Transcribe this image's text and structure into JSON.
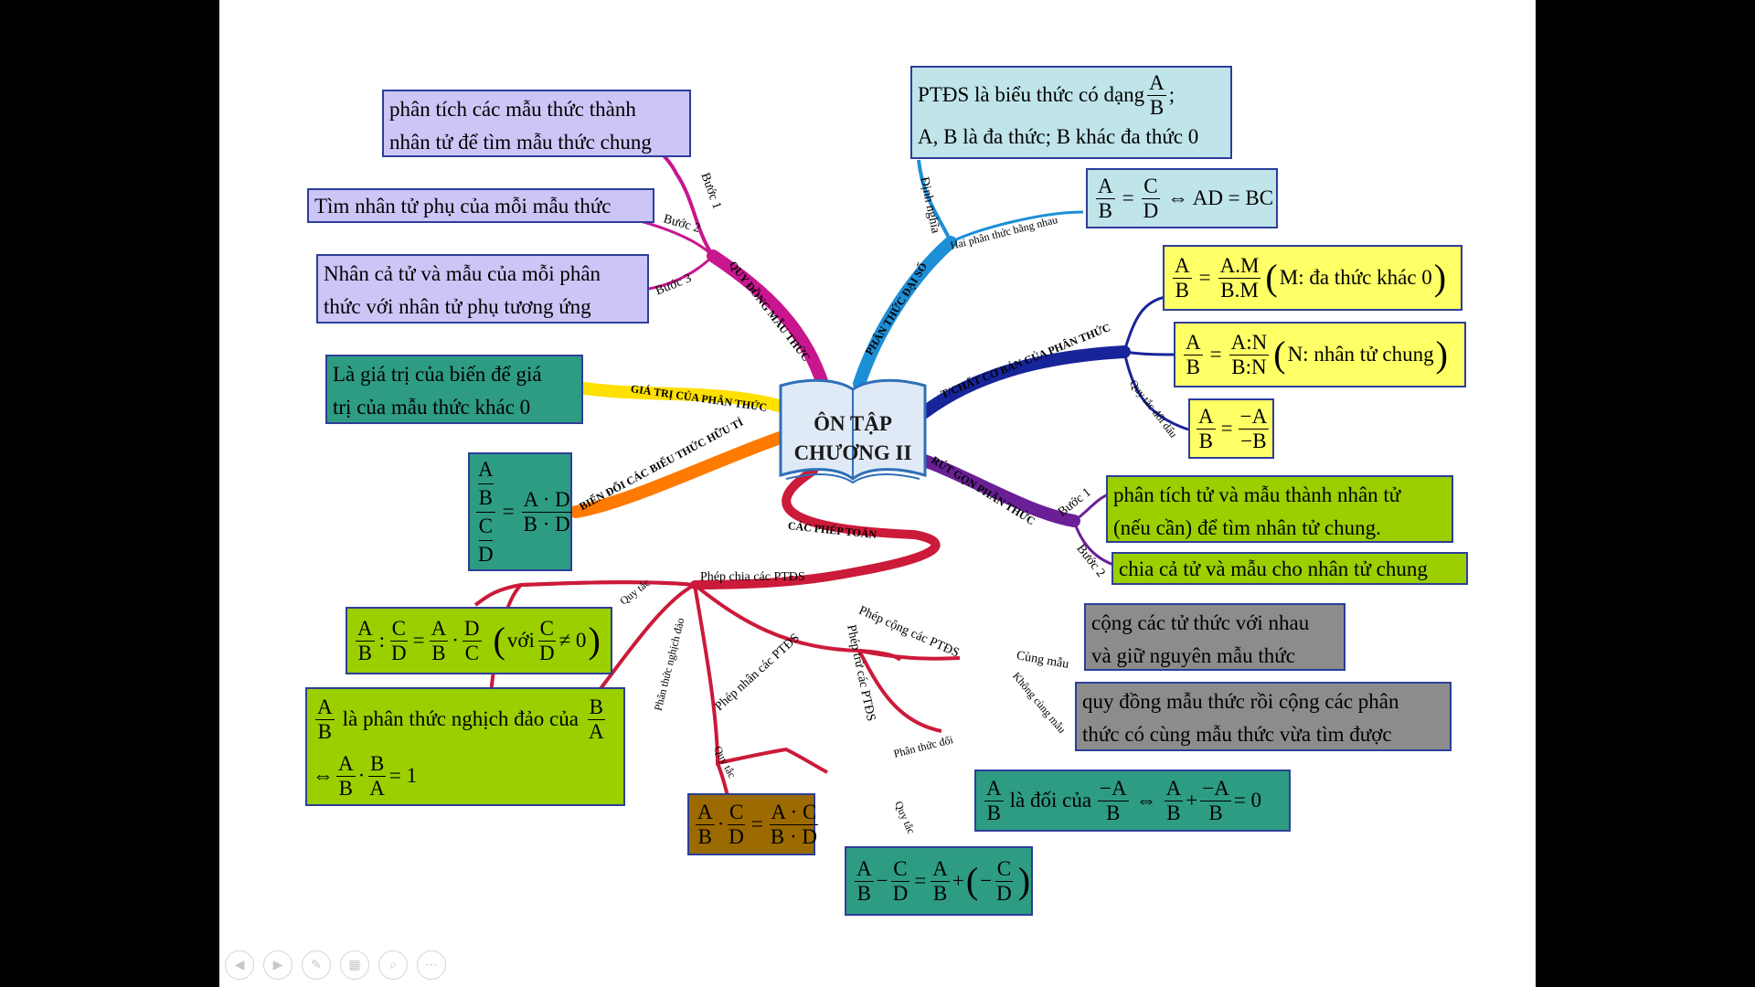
{
  "center": {
    "line1": "ÔN TẬP",
    "line2": "CHƯƠNG II"
  },
  "branches": {
    "qddm": "QUY ĐỒNG MẪU THỨC",
    "pt": "PHÂN THỨC ĐẠI SỐ",
    "tc": "T/CHẤT CƠ BẢN CỦA PHÂN THỨC",
    "gt": "GIÁ TRỊ CỦA PHÂN THỨC",
    "bd": "BIẾN ĐỔI CÁC BIỂU THỨC HỮU TỈ",
    "rg": "RÚT GỌN PHÂN THỨC",
    "cpt": "CÁC PHÉP TOÁN"
  },
  "labels": {
    "buoc1a": "Bước 1",
    "buoc2a": "Bước 2",
    "buoc3a": "Bước 3",
    "dinh_nghia": "Định nghĩa",
    "hai_pt": "Hai phân thức bằng nhau",
    "quy_tac_doi_dau": "Quy tắc đổi dấu",
    "buoc1b": "Bước 1",
    "buoc2b": "Bước 2",
    "phep_chia": "Phép chia các PTĐS",
    "quy_tac_chia": "Quy tắc",
    "pt_nghich_dao": "Phân thức nghịch đảo",
    "phep_nhan": "Phép nhân các PTĐS",
    "quy_tac_nhan": "Quy tắc",
    "phep_tru": "Phép trừ các PTĐS",
    "pt_doi": "Phân thức đối",
    "quy_tac_tru": "Quy tắc",
    "phep_cong": "Phép cộng các PTĐS",
    "cung_mau": "Cùng mẫu",
    "khong_cung_mau": "Không cùng mẫu"
  },
  "boxes": {
    "qd1": [
      "phân tích các mẫu thức thành",
      "nhân tử để tìm mẫu thức chung"
    ],
    "qd2": "Tìm nhân tử phụ của mỗi mẫu thức",
    "qd3": [
      "Nhân cả tử và mẫu của mỗi phân",
      "thức với nhân tử phụ tương ứng"
    ],
    "gt": [
      "Là giá trị của biến để giá",
      "trị của mẫu thức khác 0"
    ],
    "def": {
      "pre": "PTĐS là biểu thức có dạng",
      "num": "A",
      "den": "B",
      "post": ";",
      "line2": "A, B là đa thức; B khác đa thức 0"
    },
    "eq": {
      "a": "A",
      "b": "B",
      "c": "C",
      "d": "D",
      "rhs": "⇔ AD = BC"
    },
    "tc1": {
      "a": "A",
      "b": "B",
      "n": "A.M",
      "d": "B.M",
      "note": "M: đa thức khác 0"
    },
    "tc2": {
      "a": "A",
      "b": "B",
      "n": "A:N",
      "d": "B:N",
      "note": "N: nhân tử chung"
    },
    "tc3": {
      "a": "A",
      "b": "B",
      "n": "−A",
      "d": "−B"
    },
    "bd": {
      "a": "A",
      "b": "B",
      "c": "C",
      "d": "D",
      "n": "A · D",
      "den": "B · D"
    },
    "rg1": [
      "phân tích tử và mẫu thành nhân tử",
      "(nếu cần) để tìm nhân tử chung."
    ],
    "rg2": "chia cả tử và mẫu cho nhân tử chung",
    "chia": {
      "a": "A",
      "b": "B",
      "c": "C",
      "d": "D",
      "a2": "A",
      "b2": "B",
      "d2": "D",
      "c2": "C",
      "voi": "với",
      "cc": "C",
      "dd": "D",
      "ne": "≠ 0"
    },
    "nd": {
      "a": "A",
      "b": "B",
      "mid": "là phân thức nghịch đảo của",
      "a2": "B",
      "b2": "A",
      "eq": "⇔",
      "x1": "A",
      "y1": "B",
      "x2": "B",
      "y2": "A",
      "one": "= 1"
    },
    "nhan": {
      "a": "A",
      "b": "B",
      "c": "C",
      "d": "D",
      "n": "A · C",
      "den": "B · D"
    },
    "doi": {
      "a": "A",
      "b": "B",
      "mid": "là đối của",
      "n": "−A",
      "d": "B",
      "eq": "⇔",
      "a2": "A",
      "b2": "B",
      "n2": "−A",
      "d2": "B",
      "zero": "= 0"
    },
    "tru": {
      "a": "A",
      "b": "B",
      "c": "C",
      "d": "D",
      "a2": "A",
      "b2": "B",
      "c2": "C",
      "d2": "D"
    },
    "cong1": [
      "cộng các tử thức với nhau",
      "và giữ nguyên mẫu thức"
    ],
    "cong2": [
      "quy đồng mẫu thức rồi cộng các phân",
      "thức có cùng mẫu thức vừa tìm được"
    ]
  },
  "toolbar": [
    "previous-icon",
    "next-icon",
    "pen-icon",
    "slides-icon",
    "zoom-icon",
    "more-icon"
  ],
  "toolbar_glyphs": {
    "prev": "◀",
    "next": "▶",
    "pen": "✎",
    "slides": "▦",
    "zoom": "⌕",
    "more": "⋯"
  }
}
